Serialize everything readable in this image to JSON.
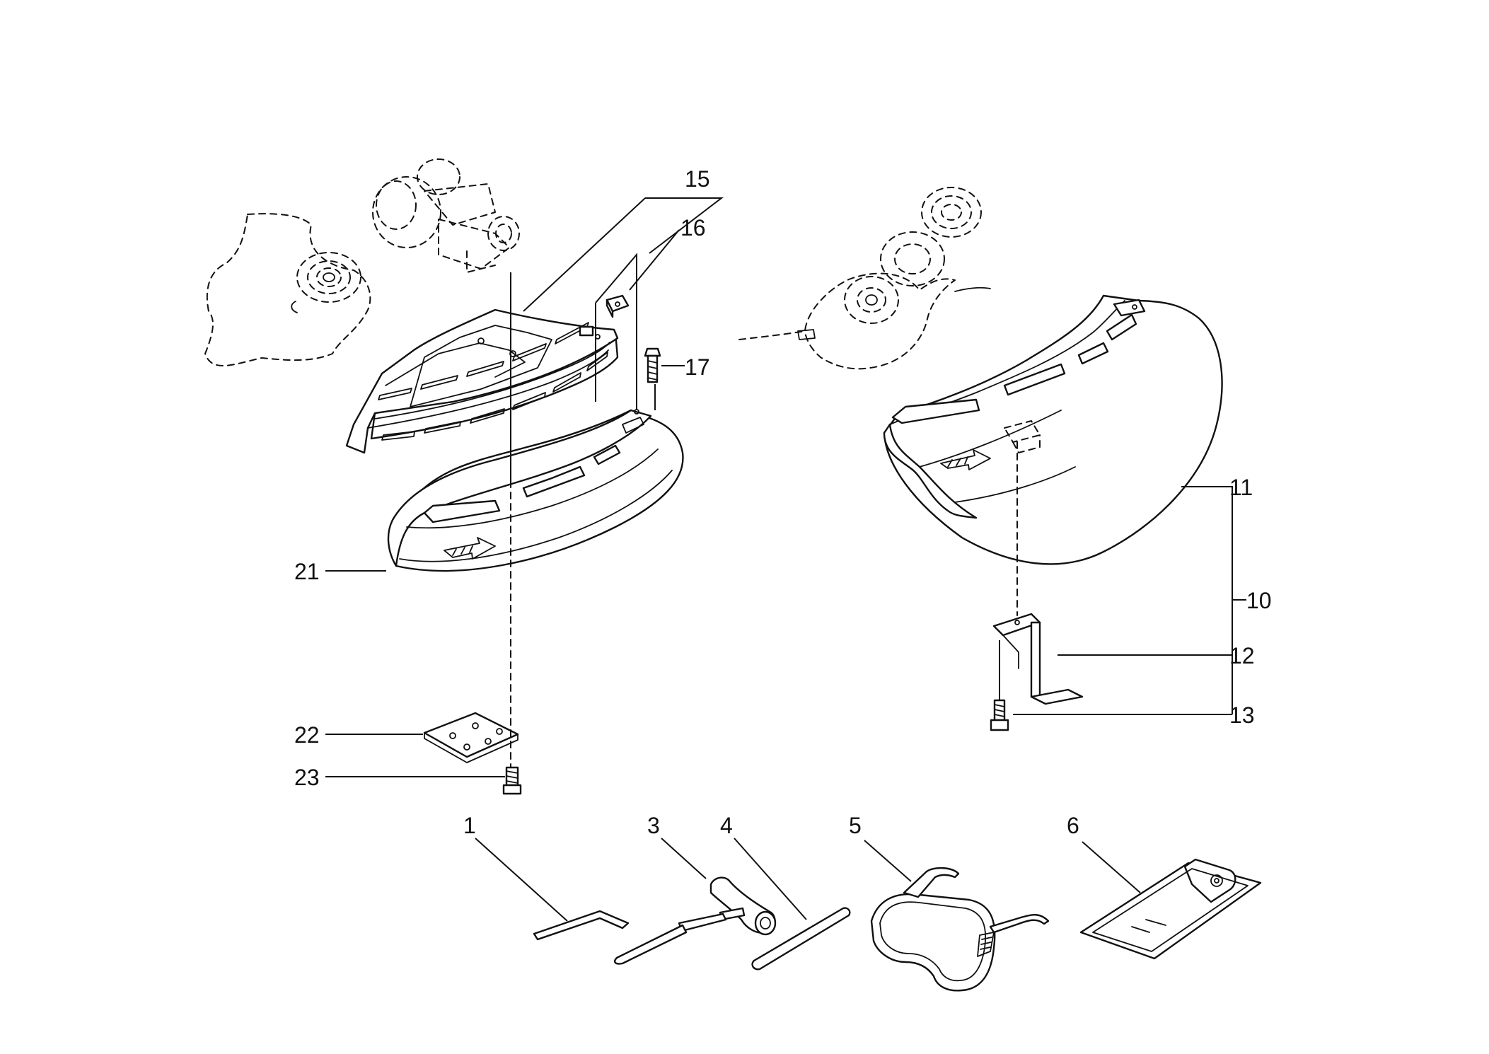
{
  "callouts": {
    "p1": "1",
    "p3": "3",
    "p4": "4",
    "p5": "5",
    "p6": "6",
    "p10": "10",
    "p11": "11",
    "p12": "12",
    "p13": "13",
    "p15": "15",
    "p16": "16",
    "p17": "17",
    "p21": "21",
    "p22": "22",
    "p23": "23"
  },
  "colors": {
    "ink": "#111111",
    "paper": "#ffffff"
  },
  "icons": {
    "allen-key": "hex-key-icon",
    "socket-wrench": "box-wrench-icon",
    "rod": "tommy-bar-icon",
    "goggles": "safety-goggles-icon",
    "pouch": "tool-bag-icon"
  }
}
